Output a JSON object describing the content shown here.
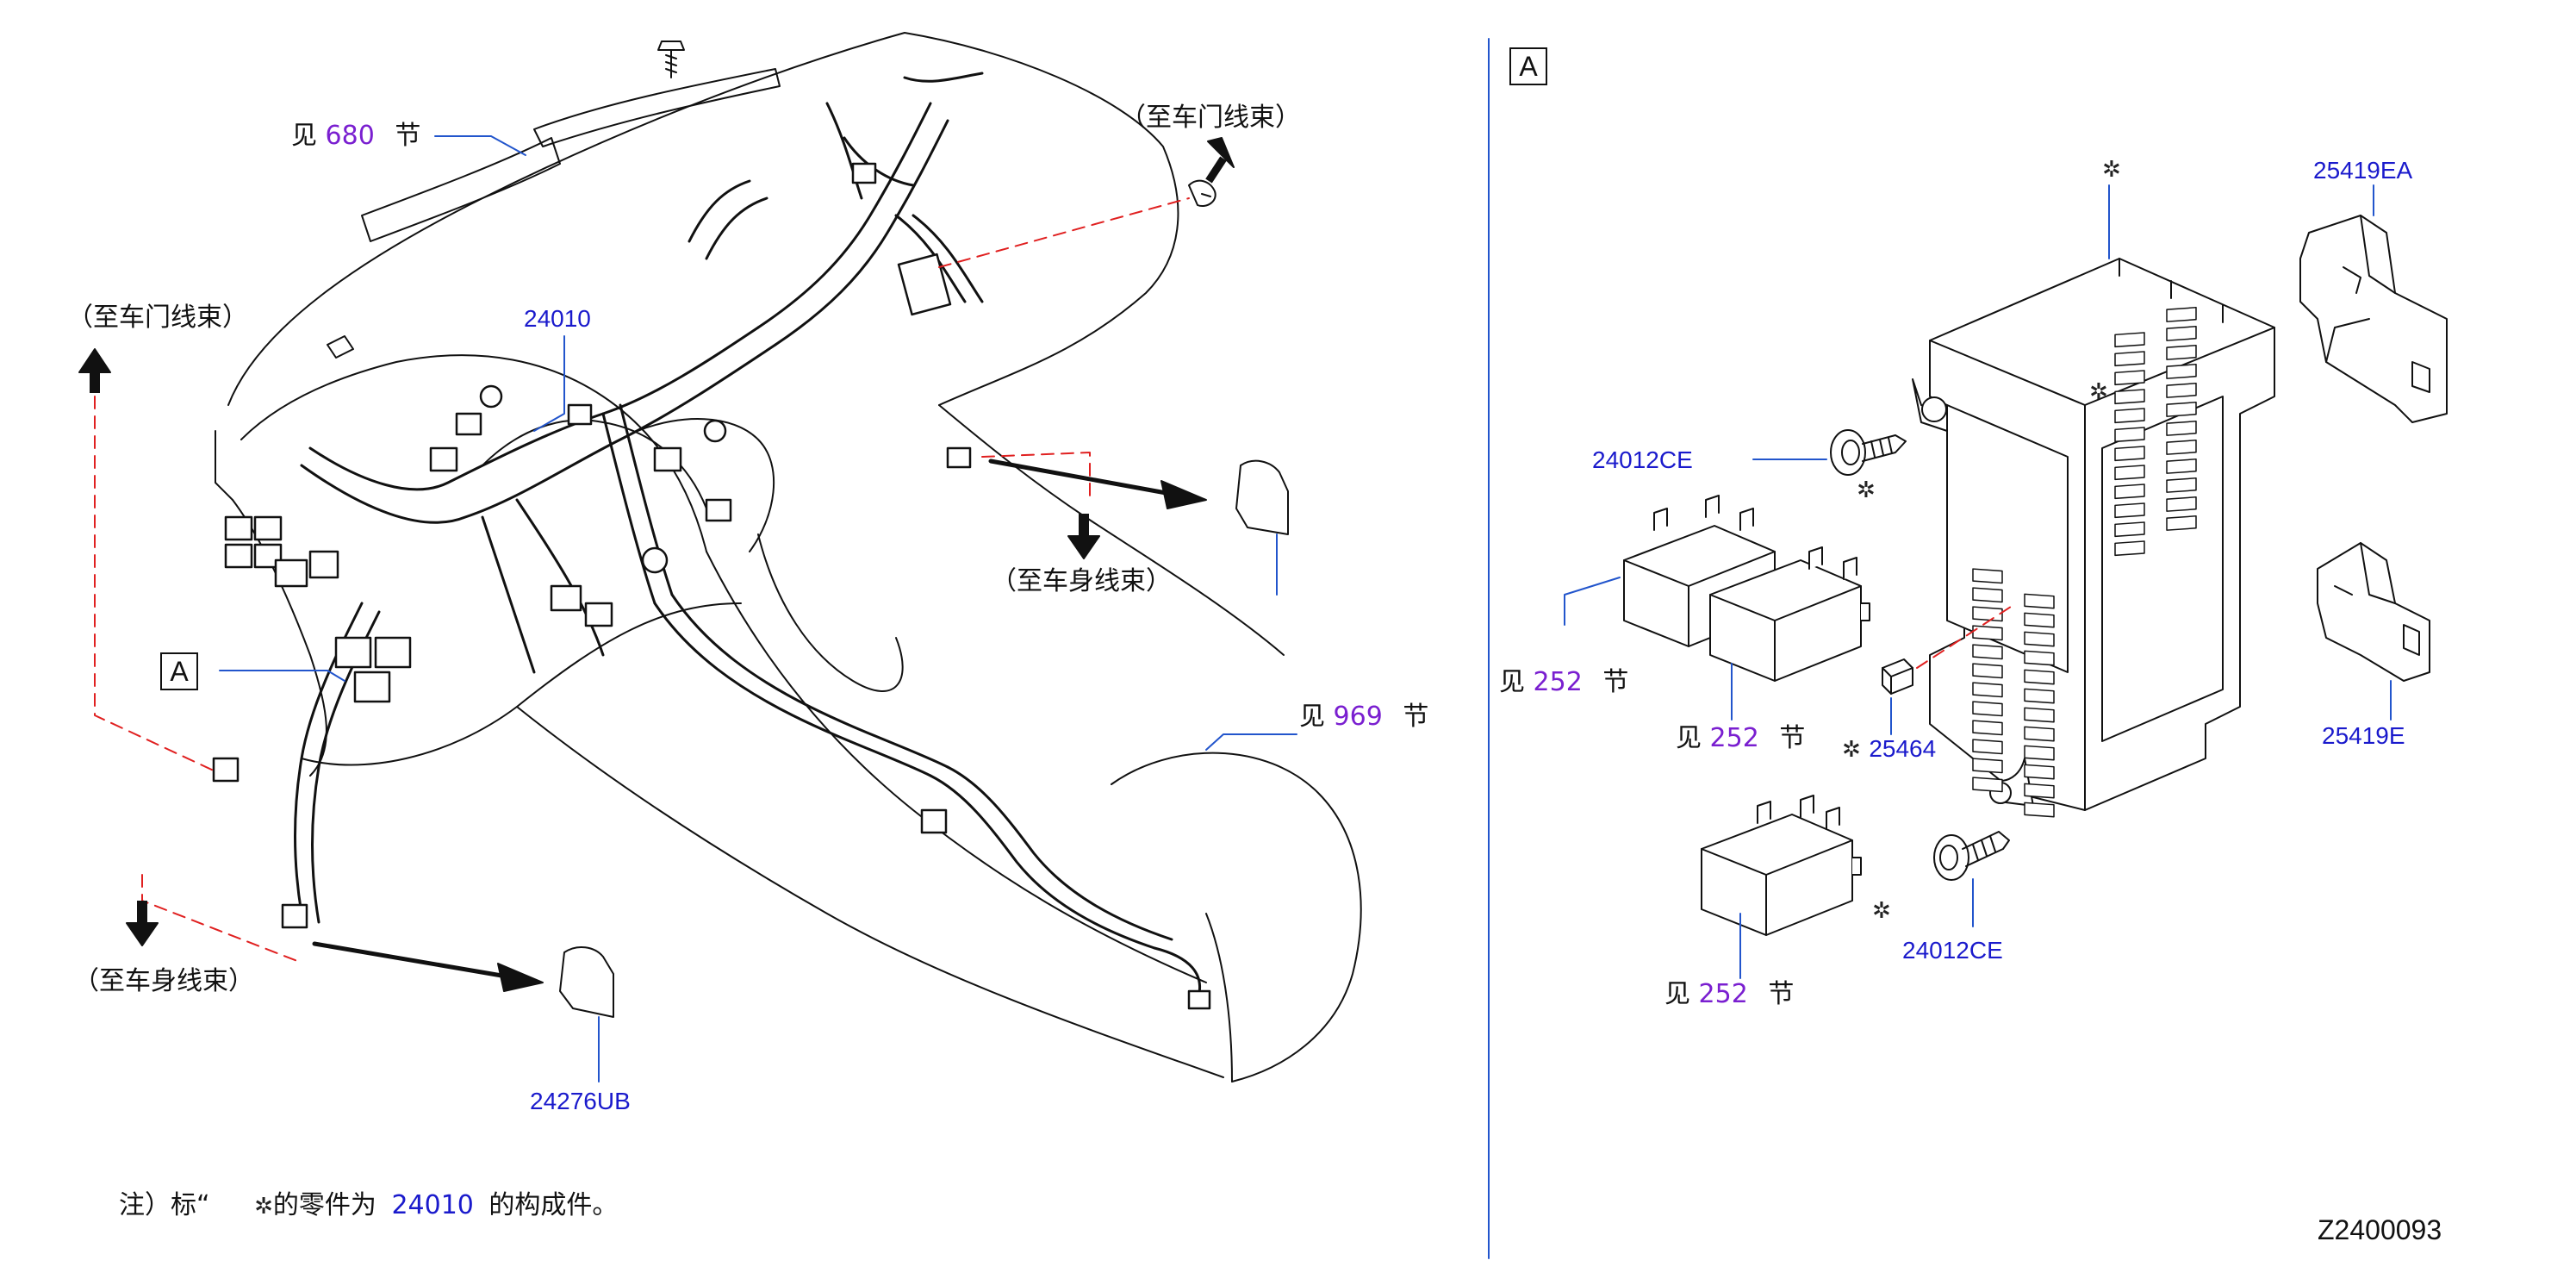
{
  "labels": {
    "see_prefix": "见",
    "section_suffix": "节",
    "to_door_harness": "（至车门线束）",
    "to_body_harness": "（至车身线束）",
    "view_letter": "A",
    "star_symbol": "✲"
  },
  "section_refs": {
    "s680": "680",
    "s969": "969",
    "s252": "252"
  },
  "part_numbers": {
    "main_harness": "24010",
    "cover": "24276UB",
    "bolt": "24012CE",
    "bracket_upper": "25419EA",
    "bracket_lower": "25419E",
    "fuse": "25464"
  },
  "note": {
    "prefix": "注）标“",
    "middle": "的零件为",
    "part": "24010",
    "suffix": "的构成件。"
  },
  "drawing_number": "Z2400093",
  "colors": {
    "line": "#111111",
    "callout": "#2255cc",
    "dashed": "#e02020",
    "part_text": "#1a1acc",
    "section_text": "#7a1fd0"
  }
}
